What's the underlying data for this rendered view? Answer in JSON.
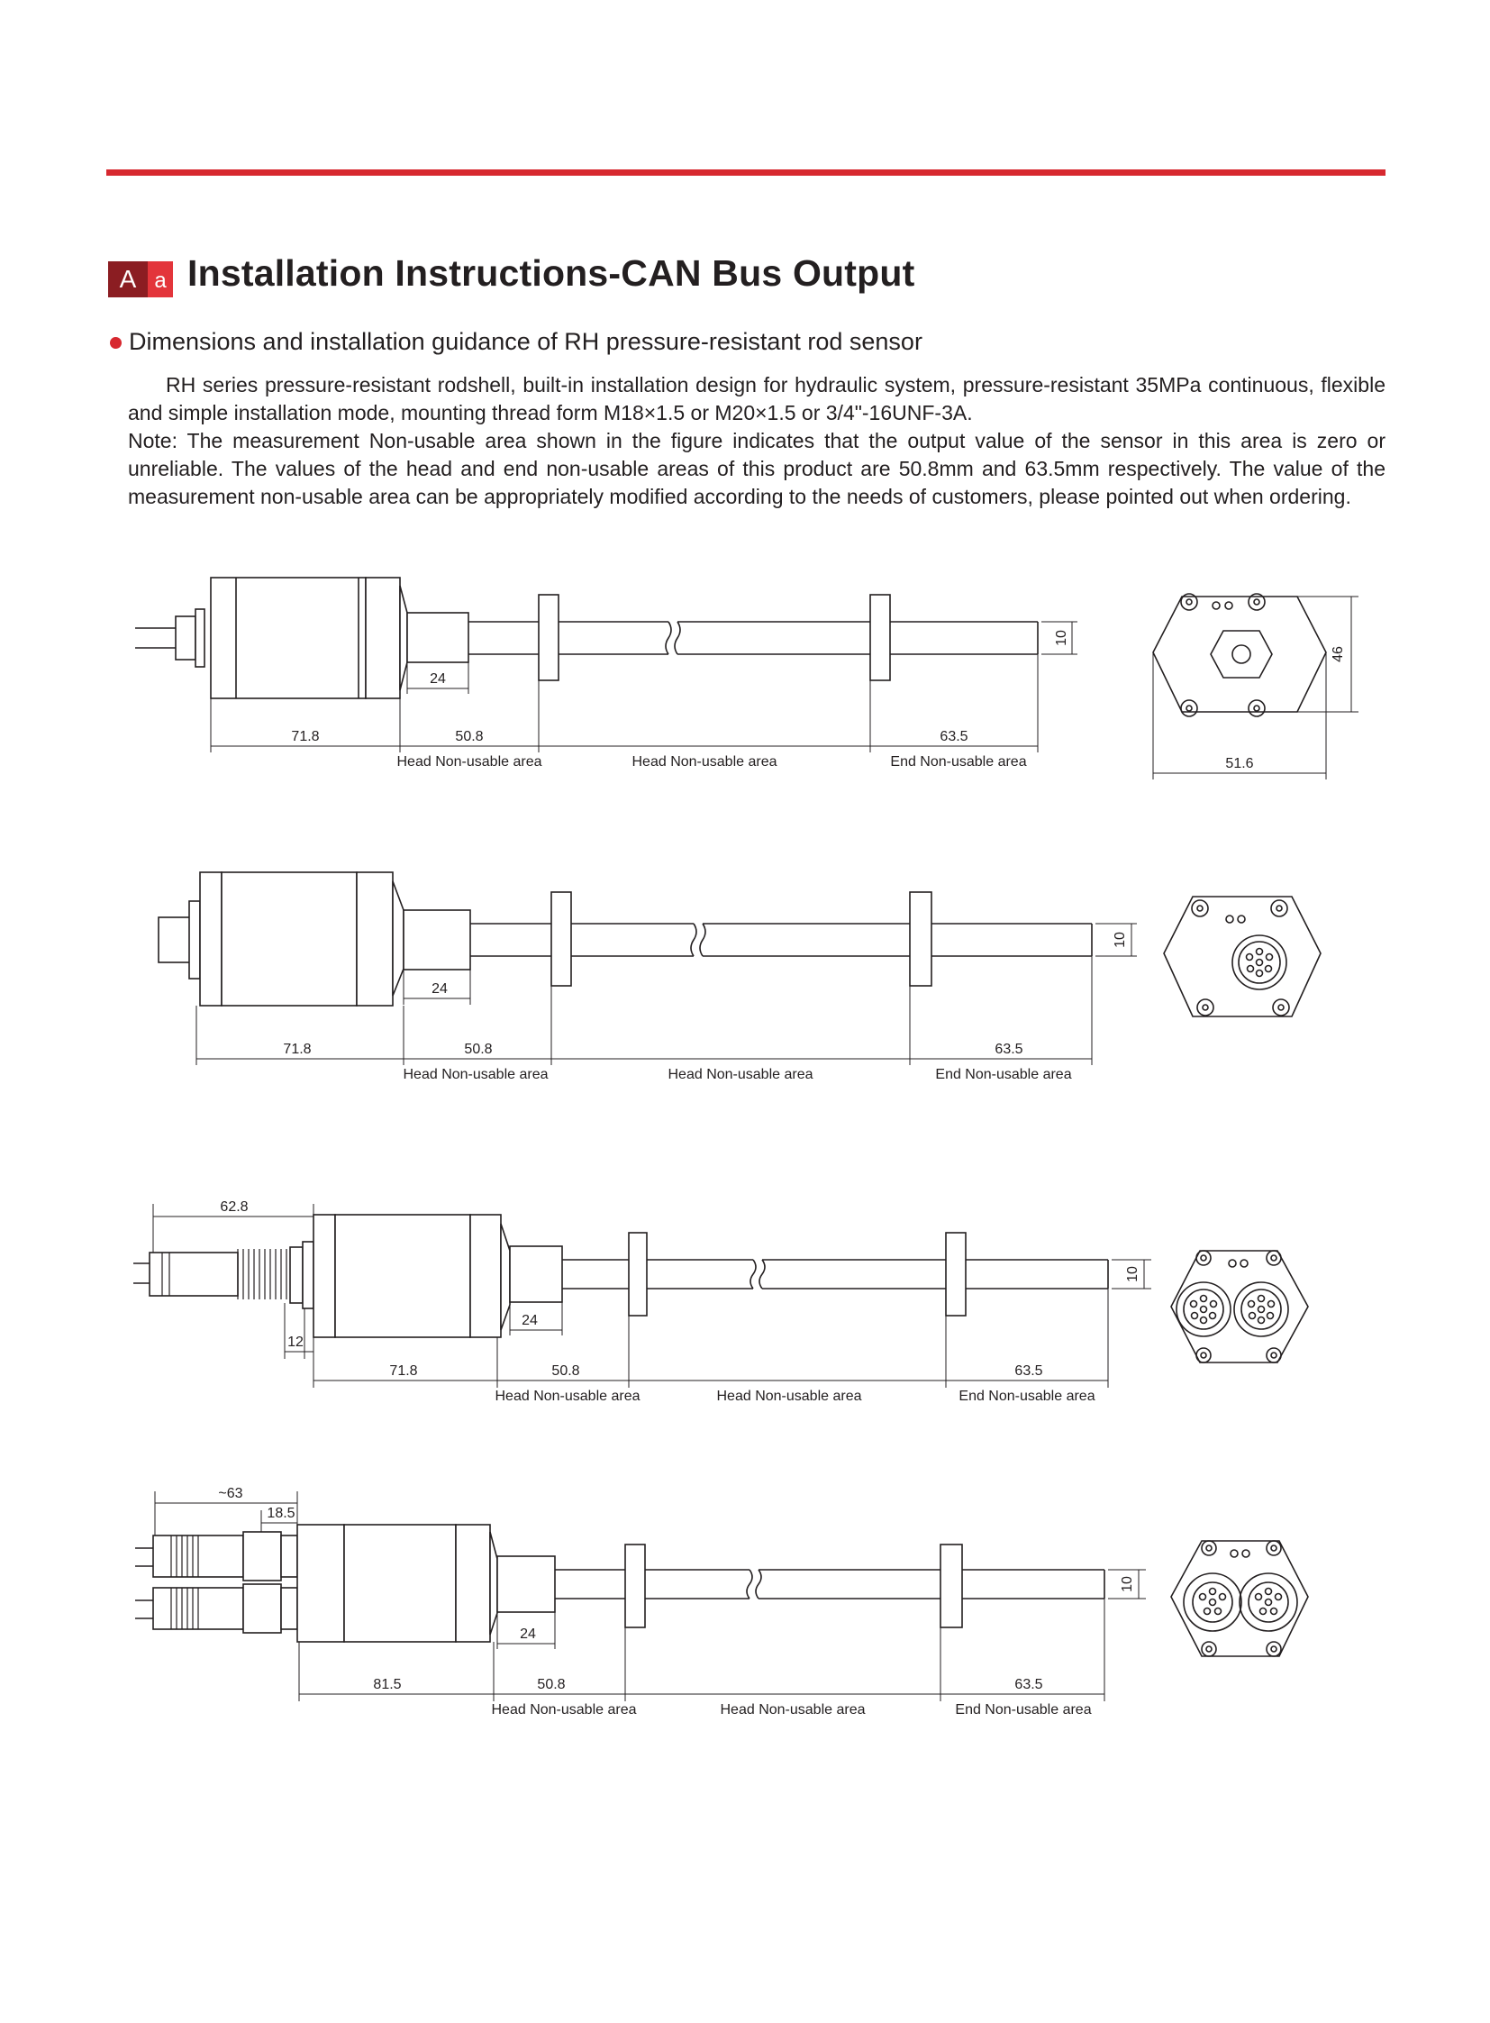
{
  "header": {
    "badge_upper": "A",
    "badge_lower": "a",
    "title": "Installation Instructions-CAN Bus Output"
  },
  "section": {
    "heading": "Dimensions and installation guidance of RH pressure-resistant rod sensor",
    "paragraph_1": "RH series pressure-resistant rodshell, built-in installation design for hydraulic system, pressure-resistant 35MPa continuous, flexible and simple installation mode, mounting thread form M18×1.5 or M20×1.5 or 3/4\"-16UNF-3A.",
    "paragraph_2": "Note: The measurement Non-usable area shown in the figure indicates that the output value of the sensor in this area is zero or unreliable. The values of the head and end non-usable areas of this product are 50.8mm and 63.5mm respectively. The value of the measurement non-usable area can be appropriately modified according to the needs of customers, please pointed out when ordering."
  },
  "drawing_1": {
    "dim_body": "71.8",
    "dim_head": "50.8",
    "dim_end": "63.5",
    "dim_neck": "24",
    "dim_rod": "10",
    "dim_hex_height": "46",
    "dim_hex_width": "51.6",
    "label_head_1": "Head Non-usable area",
    "label_head_2": "Head Non-usable area",
    "label_end": "End Non-usable area"
  },
  "drawing_2": {
    "dim_body": "71.8",
    "dim_head": "50.8",
    "dim_end": "63.5",
    "dim_neck": "24",
    "dim_rod": "10",
    "label_head_1": "Head Non-usable area",
    "label_head_2": "Head Non-usable area",
    "label_end": "End Non-usable area"
  },
  "drawing_3": {
    "dim_connector": "62.8",
    "dim_connector_small": "12",
    "dim_body": "71.8",
    "dim_head": "50.8",
    "dim_end": "63.5",
    "dim_neck": "24",
    "dim_rod": "10",
    "label_head_1": "Head Non-usable area",
    "label_head_2": "Head Non-usable area",
    "label_end": "End Non-usable area"
  },
  "drawing_4": {
    "dim_connector": "~63",
    "dim_connector_small": "18.5",
    "dim_body": "81.5",
    "dim_head": "50.8",
    "dim_end": "63.5",
    "dim_neck": "24",
    "dim_rod": "10",
    "label_head_1": "Head Non-usable area",
    "label_head_2": "Head Non-usable area",
    "label_end": "End Non-usable area"
  }
}
